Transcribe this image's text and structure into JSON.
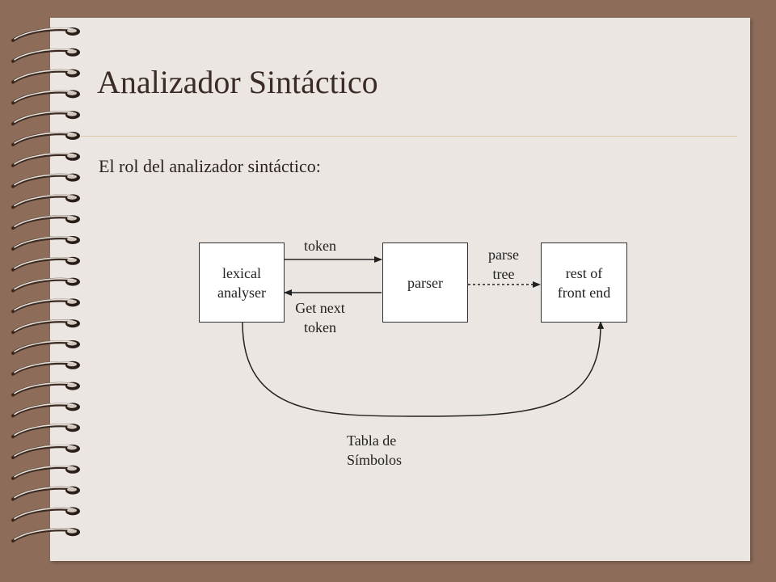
{
  "slide": {
    "title": "Analizador Sintáctico",
    "subtitle": "El rol del analizador sintáctico:"
  },
  "diagram": {
    "nodes": [
      {
        "id": "lexical",
        "lines": [
          "lexical",
          "analyser"
        ]
      },
      {
        "id": "parser",
        "lines": [
          "parser"
        ]
      },
      {
        "id": "rest",
        "lines": [
          "rest of",
          "front end"
        ]
      }
    ],
    "edge_labels": {
      "token": "token",
      "get_next_token": [
        "Get next",
        "token"
      ],
      "parse_tree": [
        "parse",
        "tree"
      ],
      "symbol_table": [
        "Tabla de",
        "Símbolos"
      ]
    }
  },
  "colors": {
    "frame": "#8d6c5a",
    "slide": "#ebe6e1",
    "rule": "#d8c9a8",
    "title": "#3a2b27"
  }
}
